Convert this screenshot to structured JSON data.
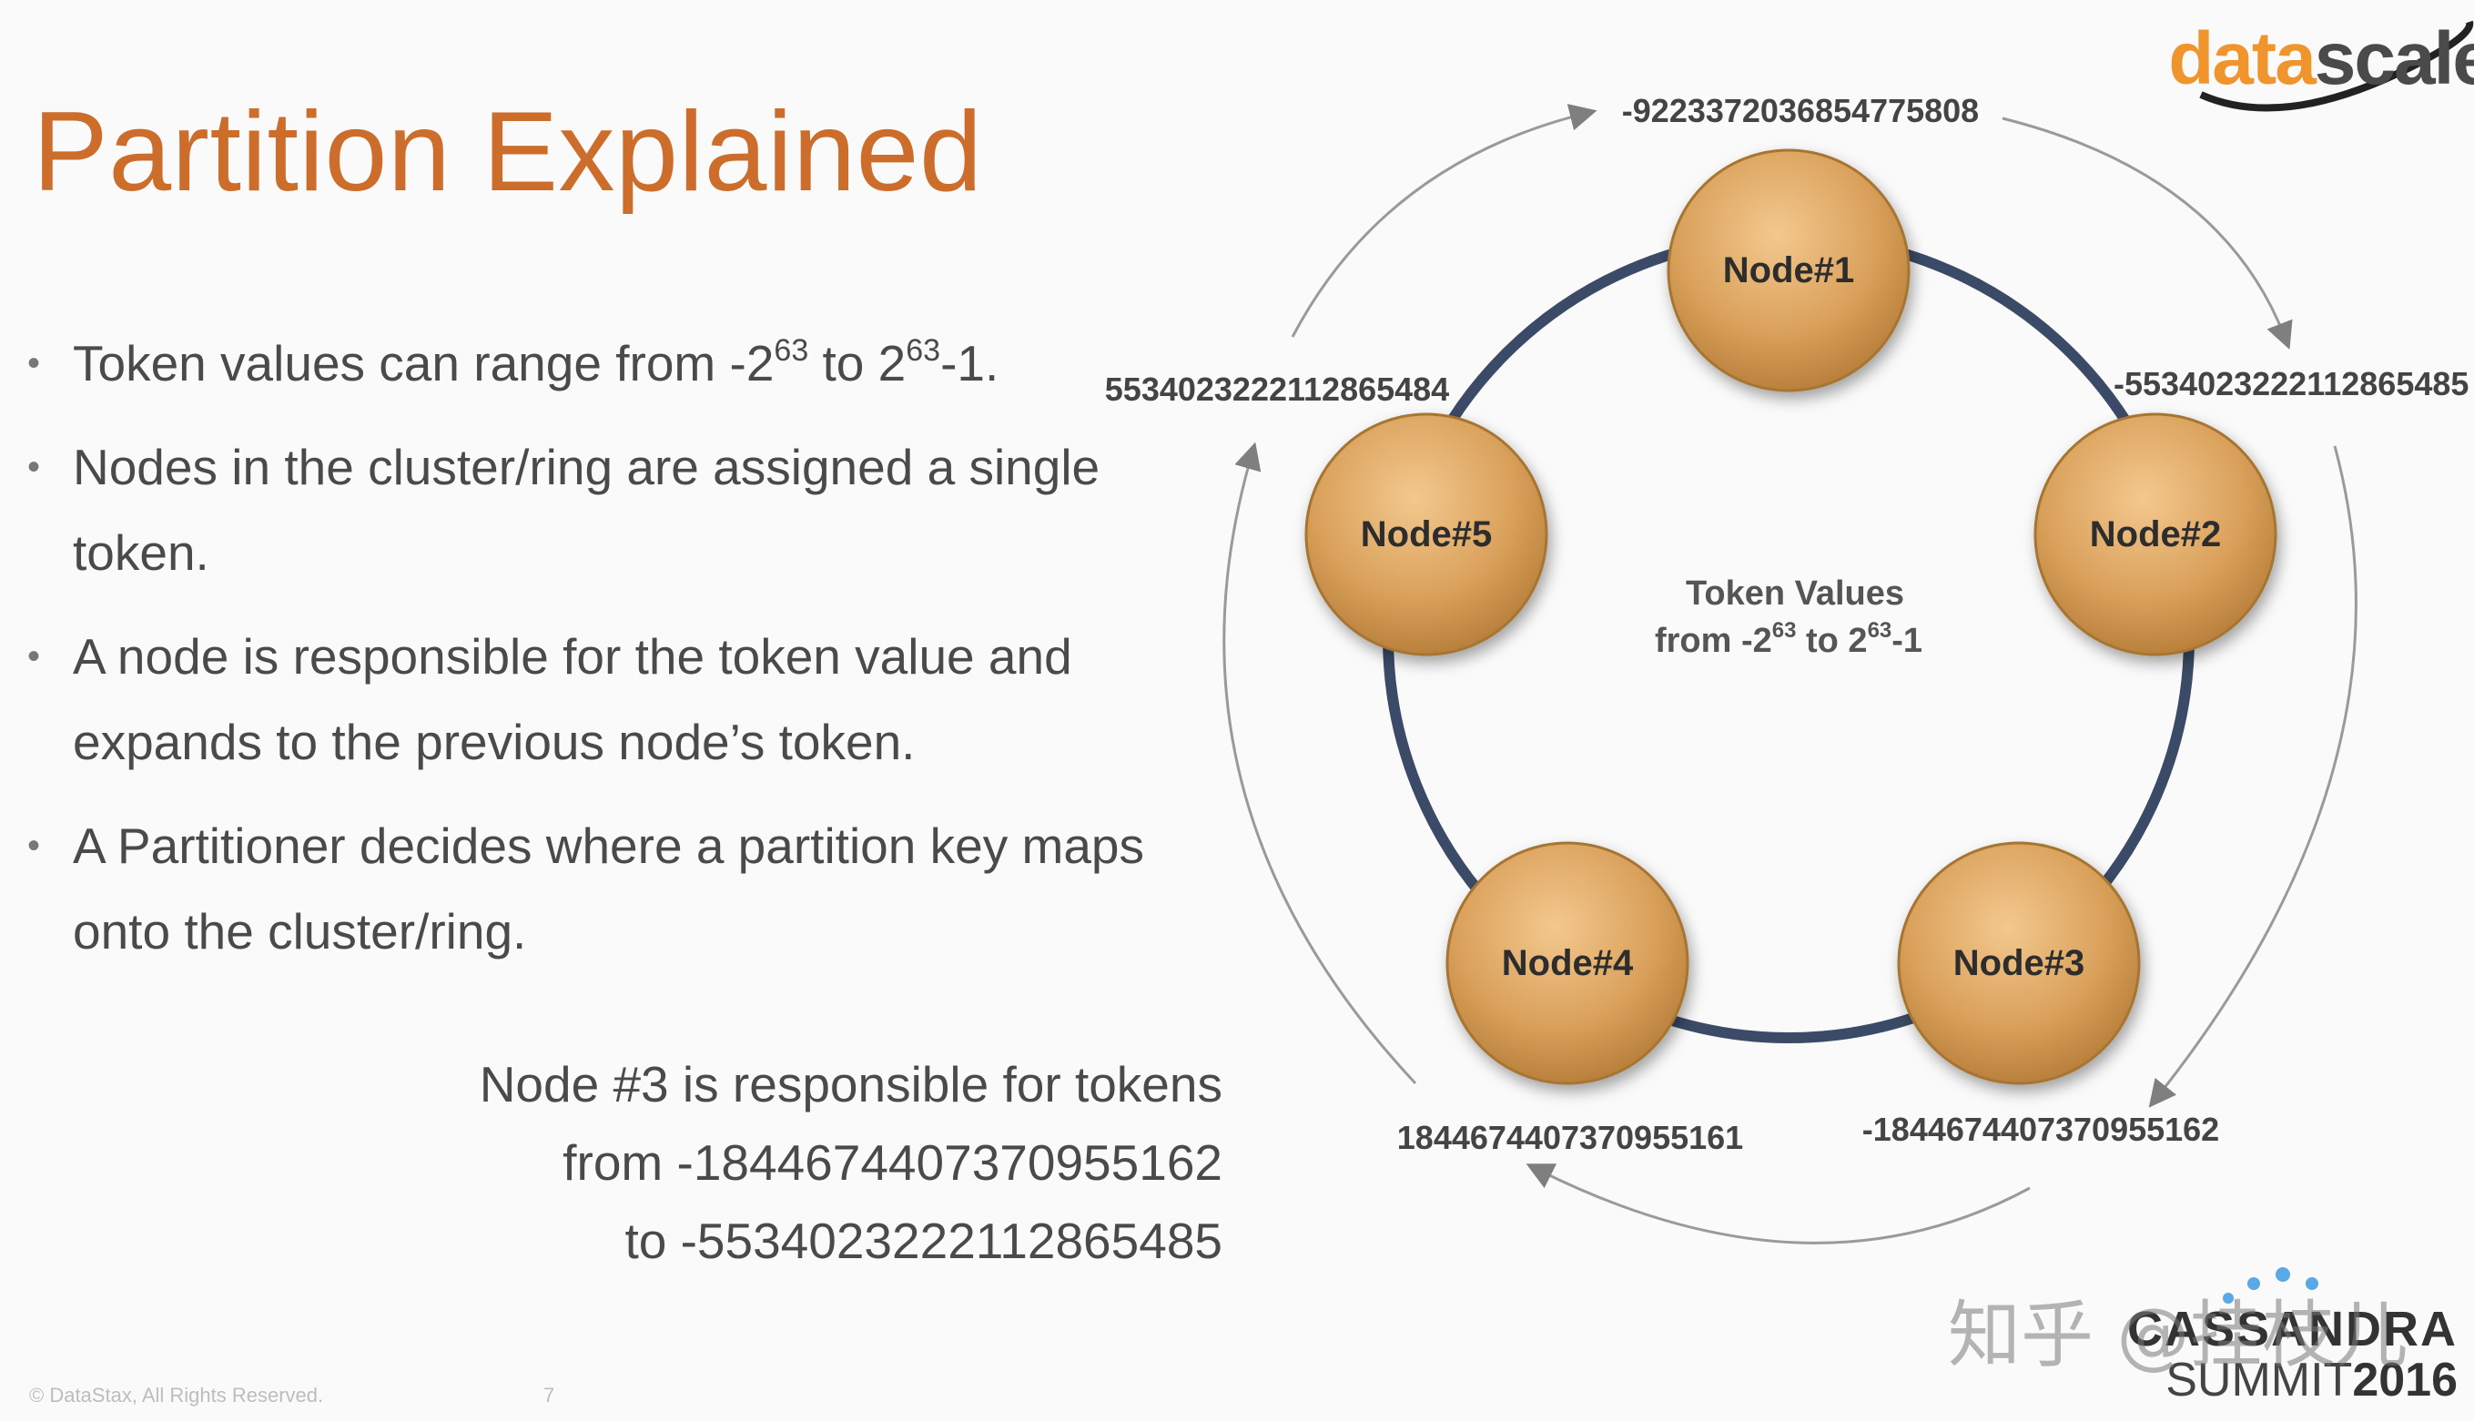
{
  "title": "Partition Explained",
  "bullets": [
    {
      "pre": "Token values can range from -2",
      "sup1": "63",
      "mid": " to 2",
      "sup2": "63",
      "post": "-1."
    },
    {
      "text": "Nodes in the cluster/ring are assigned a single token."
    },
    {
      "text": "A node is responsible for the token value and expands to the previous node’s token."
    },
    {
      "text": "A Partitioner decides where a partition key maps onto the cluster/ring."
    }
  ],
  "note": {
    "line1": "Node #3 is responsible for tokens",
    "line2": "from -1844674407370955162",
    "line3": "to -5534023222112865485"
  },
  "diagram": {
    "center_line1": "Token Values",
    "center_line2_pre": "from -2",
    "center_sup1": "63",
    "center_line2_mid": " to 2",
    "center_sup2": "63",
    "center_line2_post": "-1",
    "nodes": [
      {
        "label": "Node#1"
      },
      {
        "label": "Node#2"
      },
      {
        "label": "Node#3"
      },
      {
        "label": "Node#4"
      },
      {
        "label": "Node#5"
      }
    ],
    "tokens": {
      "top": "-9223372036854775808",
      "right": "-5534023222112865485",
      "bottom_right": "-1844674407370955162",
      "bottom_left": "1844674407370955161",
      "left": "5534023222112865484"
    },
    "colors": {
      "node_fill": "#d9a05a",
      "ring": "#3b4a66",
      "arrow": "#8f8f8f"
    }
  },
  "footer": {
    "copyright": "© DataStax, All Rights Reserved.",
    "page": "7"
  },
  "logo": {
    "part1": "data",
    "part2": "scale"
  },
  "brand": {
    "line1": "CASSANDRA",
    "line2_pre": "SUMMIT",
    "line2_year": "2016"
  },
  "watermark": "知乎 @挂枝儿"
}
